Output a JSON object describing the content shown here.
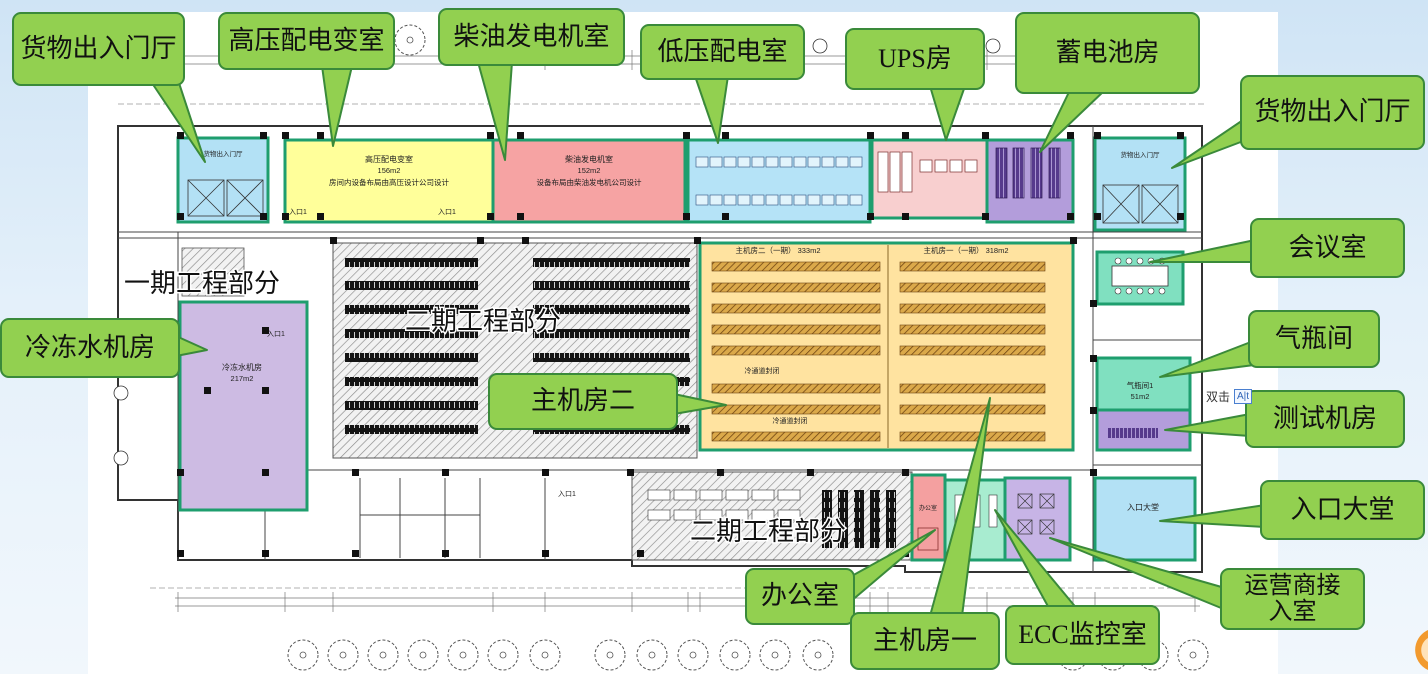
{
  "callouts": {
    "cargo_hall_left": "货物出入门厅",
    "hv_room": "高压配电变室",
    "diesel_room": "柴油发电机室",
    "lv_room": "低压配电室",
    "ups_room": "UPS房",
    "battery_room": "蓄电池房",
    "cargo_hall_right": "货物出入门厅",
    "meeting_room": "会议室",
    "chiller_room": "冷冻水机房",
    "gas_room": "气瓶间",
    "test_room": "测试机房",
    "computer_room_2": "主机房二",
    "lobby": "入口大堂",
    "office": "办公室",
    "carrier_room": [
      "运营商接",
      "入室"
    ],
    "computer_room_1": "主机房一",
    "ecc_room": "ECC监控室"
  },
  "plan_labels": {
    "cargo_hall": "货物出入门厅",
    "hv_name": "高压配电变室",
    "hv_area": "156m2",
    "hv_note": "房间内设备布局由高压设计公司设计",
    "diesel_name": "柴油发电机室",
    "diesel_area": "152m2",
    "diesel_note": "设备布局由柴油发电机公司设计",
    "phase1": "一期工程部分",
    "phase2": "二期工程部分",
    "chiller_name": "冷冻水机房",
    "chiller_area": "217m2",
    "room2_title": "主机房二（一期） 333m2",
    "room1_title": "主机房一（一期） 318m2",
    "cold_aisle": "冷通道封闭",
    "gas_name": "气瓶间1",
    "gas_area": "51m2",
    "lobby_name": "入口大堂",
    "office_name": "办公室",
    "entrance": "入口1"
  },
  "overlay": {
    "hint": "双击",
    "badge": "A|t"
  },
  "colors": {
    "callout_fill": "#92d050",
    "callout_border": "#3a8a3a",
    "highlight_border": "#1e9e6e",
    "hv_room": "#ffff9a",
    "diesel_room": "#f6a3a3",
    "lv_room": "#b5e3f7",
    "battery_room": "#b39ddb",
    "computer_room": "#ffe3a0",
    "chiller_room": "#cdbbe3",
    "meeting_room": "#80e0c0"
  }
}
